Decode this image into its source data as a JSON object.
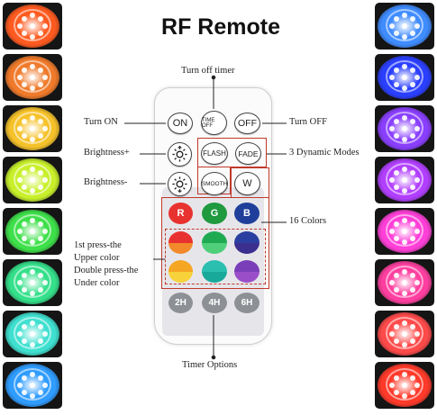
{
  "title": "RF Remote",
  "labels": {
    "turn_off_timer": "Turn off timer",
    "turn_on": "Turn ON",
    "turn_off": "Turn OFF",
    "brightness_up": "Brightness+",
    "brightness_down": "Brightness-",
    "dynamic_modes": "3 Dynamic Modes",
    "colors_16": "16 Colors",
    "press_note_1": "1st press-the",
    "press_note_2": "Upper color",
    "press_note_3": "Double press-the",
    "press_note_4": "Under color",
    "timer_options": "Timer Options"
  },
  "buttons": {
    "on": "ON",
    "time_off": "TIME OFF",
    "off": "OFF",
    "flash": "FLASH",
    "fade": "FADE",
    "smooth": "SMOOTH",
    "w": "W",
    "r": "R",
    "g": "G",
    "b": "B",
    "t2h": "2H",
    "t4h": "4H",
    "t6h": "6H"
  },
  "colors": {
    "red_button": "#e8322f",
    "green_button": "#1f9a3f",
    "blue_button": "#1f3f9a",
    "highlight_frame": "#c0392b",
    "timer_button": "#8d9196",
    "split_row1": [
      [
        "#e8322f",
        "#f28a2c"
      ],
      [
        "#1faa52",
        "#4fcf7a"
      ],
      [
        "#2a3f9f",
        "#3a2f8f"
      ]
    ],
    "split_row2": [
      [
        "#f5a623",
        "#f7d23a"
      ],
      [
        "#2bbfb0",
        "#19a99a"
      ],
      [
        "#7a3fb8",
        "#9a4fc8"
      ]
    ]
  },
  "led_tiles": {
    "left": [
      "#ff5a1f",
      "#f07a2a",
      "#f6c22a",
      "#c8f02a",
      "#3ee04a",
      "#34e08a",
      "#3fe0d0",
      "#2f9cff"
    ],
    "right": [
      "#3f8cff",
      "#2a3fff",
      "#8a3fff",
      "#b23fff",
      "#ff3fd8",
      "#ff3fa0",
      "#ff4a4a",
      "#ff3a2a"
    ]
  },
  "icons": {
    "brightness_up_icon": "sun-up-icon",
    "brightness_down_icon": "sun-down-icon"
  }
}
